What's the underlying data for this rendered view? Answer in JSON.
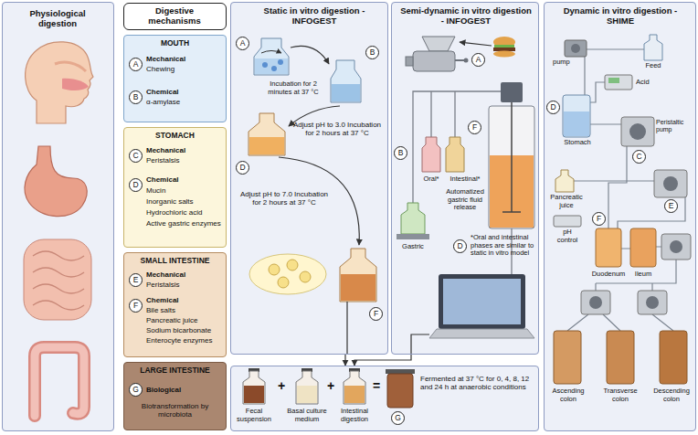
{
  "diagram": {
    "nodes": [
      {
        "text": [
          "Physiological digestion"
        ]
      },
      {
        "text": [
          "Digestive mechanisms"
        ]
      },
      {
        "text": [
          "MOUTH",
          "Mechanical",
          "Chewing",
          "Chemical",
          "α-amylase"
        ]
      },
      {
        "text": [
          "A"
        ],
        "in": 2
      },
      {
        "text": [
          "B"
        ],
        "in": 2
      },
      {
        "text": [
          "STOMACH",
          "Mechanical",
          "Peristalsis",
          "Chemical",
          "Mucin",
          "Inorganic salts",
          "Hydrochloric acid",
          "Active gastric enzymes"
        ]
      },
      {
        "text": [
          "C"
        ],
        "in": 5
      },
      {
        "text": [
          "D"
        ],
        "in": 5
      },
      {
        "text": [
          "SMALL INTESTINE",
          "Mechanical",
          "Peristalsis",
          "Chemical",
          "Bile salts",
          "Pancreatic juice",
          "Sodium bicarbonate",
          "Enterocyte enzymes"
        ]
      },
      {
        "text": [
          "E"
        ],
        "in": 8
      },
      {
        "text": [
          "F"
        ],
        "in": 8
      },
      {
        "text": [
          "LARGE INTESTINE",
          "Biological",
          "Biotransformation by microbiota"
        ]
      },
      {
        "text": [
          "G"
        ],
        "in": 11
      },
      {
        "text": [
          "Static in vitro digestion - INFOGEST",
          "Incubation for 2 minutes at 37 °C",
          "Adjust pH to 3.0 Incubation for 2 hours at 37 °C",
          "Adjust pH to 7.0 Incubation for 2 hours at 37 °C"
        ]
      },
      {
        "text": [
          "A"
        ],
        "in": 13
      },
      {
        "text": [
          "B"
        ],
        "in": 13
      },
      {
        "text": [
          "D"
        ],
        "in": 13
      },
      {
        "text": [
          "F"
        ],
        "in": 13
      },
      {
        "text": [
          "Semi-dynamic in vitro digestion - INFOGEST",
          "Oral*",
          "Intestinal*",
          "Automatized gastric fluid release",
          "Gastric",
          "*Oral and intestinal phases are similar to static in vitro model"
        ]
      },
      {
        "text": [
          "A"
        ],
        "in": 18
      },
      {
        "text": [
          "B"
        ],
        "in": 18
      },
      {
        "text": [
          "F"
        ],
        "in": 18
      },
      {
        "text": [
          "D"
        ],
        "in": 18
      },
      {
        "text": [
          "Dynamic in vitro digestion - SHIME",
          "Feed",
          "pump",
          "Acid",
          "Stomach",
          "Peristaltic pump",
          "Pancreatic juice",
          "pH control",
          "Duodenum",
          "Ileum",
          "Ascending colon",
          "Transverse colon",
          "Descending colon"
        ]
      },
      {
        "text": [
          "D"
        ],
        "in": 23
      },
      {
        "text": [
          "C"
        ],
        "in": 23
      },
      {
        "text": [
          "E"
        ],
        "in": 23
      },
      {
        "text": [
          "F"
        ],
        "in": 23
      },
      {
        "text": [
          "Fecal suspension",
          "+",
          "Basal culture medium",
          "+",
          "Intestinal digestion",
          "=",
          "Fermented at 37 °C for 0, 4, 8, 12 and 24 h at anaerobic conditions"
        ]
      },
      {
        "text": [
          "G"
        ],
        "in": 28
      }
    ],
    "edges": [
      {
        "from": 13,
        "to": 28,
        "arrow": "to"
      },
      {
        "from": 18,
        "to": 28,
        "arrow": "to"
      }
    ]
  }
}
